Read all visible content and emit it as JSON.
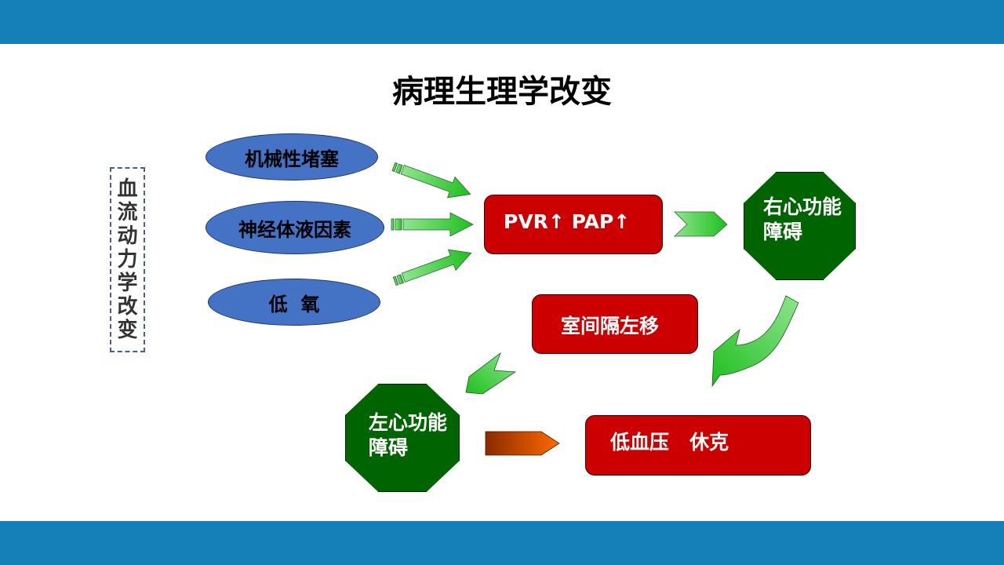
{
  "slide": {
    "title": "病理生理学改变",
    "colors": {
      "header_bar": "#157fb8",
      "cause_ellipse": "#4472c4",
      "red_box": "#cc0000",
      "octagon": "#006400",
      "arrow_green": "#22c322",
      "arrow_orange": "#ff6a00"
    },
    "side_label": [
      "血",
      "流",
      "动",
      "力",
      "学",
      "改",
      "变"
    ],
    "causes": [
      "机械性堵塞",
      "神经体液因素",
      "低  氧"
    ],
    "nodes": {
      "pvr_pap": "PVR↑  PAP↑",
      "right_heart_line1": "右心功能",
      "right_heart_line2": "障碍",
      "septum_shift": "室间隔左移",
      "left_heart_line1": "左心功能",
      "left_heart_line2": "障碍",
      "shock": "低血压   休克"
    }
  }
}
